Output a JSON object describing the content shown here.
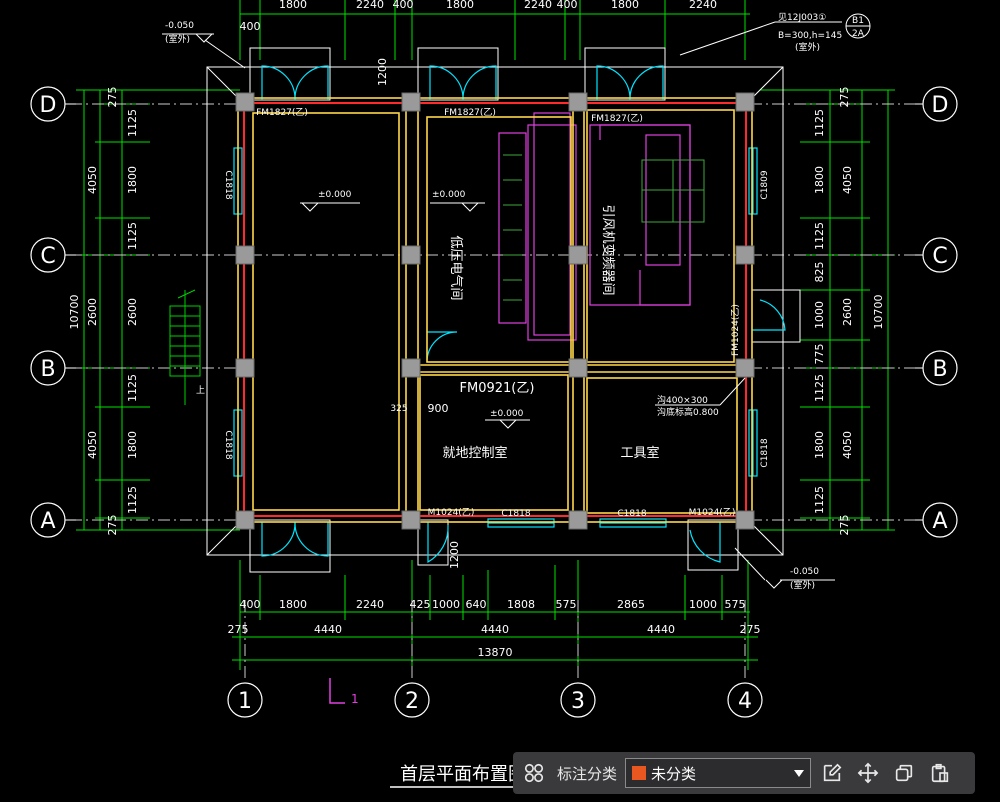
{
  "drawing": {
    "title": "首层平面布置图",
    "sublabel": "1",
    "axes": {
      "rows": [
        "D",
        "C",
        "B",
        "A"
      ],
      "cols": [
        "1",
        "2",
        "3",
        "4"
      ]
    },
    "top_dims": [
      "1800",
      "2240",
      "400",
      "1800",
      "2240",
      "400",
      "1800",
      "2240"
    ],
    "top_dim_first": "400",
    "bottom_dims_1": [
      "400",
      "1800",
      "2240",
      "425",
      "1000",
      "640",
      "1808",
      "575",
      "2865",
      "1000",
      "575"
    ],
    "bottom_dims_2": [
      "275",
      "4440",
      "4440",
      "4440",
      "275"
    ],
    "bottom_total": "13870",
    "left_dims_outer": [
      "4050",
      "2600",
      "4050"
    ],
    "left_total": "10700",
    "left_dims_inner": [
      "275",
      "1125",
      "1800",
      "1125",
      "2600",
      "1125",
      "1800",
      "1125",
      "275"
    ],
    "right_dims_inner": [
      "275",
      "1125",
      "1800",
      "1125",
      "825",
      "1000",
      "775",
      "1125",
      "1800",
      "1125",
      "275"
    ],
    "right_dims_outer": [
      "4050",
      "2600",
      "4050"
    ],
    "right_total": "10700",
    "misc_dims": {
      "d1200_top": "1200",
      "d1200_bottom": "1200",
      "d325": "325",
      "d900": "900"
    },
    "rooms": {
      "low_voltage": "低压电气间",
      "hv_room": "引风机变频器间",
      "local_control": "就地控制室",
      "tool_room": "工具室"
    },
    "door_labels": {
      "fm1827_a": "FM1827(乙)",
      "fm1827_b": "FM1827(乙)",
      "fm1827_c": "FM1827(乙)",
      "fm0921": "FM0921(乙)",
      "m1024_a": "M1024(乙)",
      "m1024_b": "M1024(乙)",
      "fm1024_side": "FM1024(乙)"
    },
    "window_labels": {
      "c1818_l1": "C1818",
      "c1818_l2": "C1818",
      "c1809_r": "C1809",
      "c1818_r2": "C1818",
      "c1818_b1": "C1818",
      "c1818_b2": "C1818"
    },
    "elevations": {
      "e1": "±0.000",
      "e2": "±0.000",
      "e3": "±0.000",
      "e_tl": "-0.050",
      "e_tl_note": "(室外)",
      "e_br": "-0.050",
      "e_br_note": "(室外)"
    },
    "notes": {
      "lintel": "见12J003①",
      "lintel2": "B=300,h=145",
      "lintel3": "(室外)",
      "tag_top": "B1",
      "tag_bot": "2A",
      "trench1": "沟400×300",
      "trench2": "沟底标高0.800",
      "stair_up": "上"
    },
    "colors": {
      "wall_yellow": "#ffd84a",
      "frame_red": "#ff2a2a",
      "dim_green": "#00e000",
      "magenta": "#e040e0",
      "cyan": "#00e5ff",
      "column_gray": "#a0a0a0"
    }
  },
  "toolbar": {
    "grid_icon": "grid-icon",
    "label": "标注分类",
    "select_value": "未分类",
    "swatch_color": "#e8571f",
    "icons": [
      "edit-icon",
      "move-icon",
      "copy-icon",
      "paste-icon"
    ]
  }
}
